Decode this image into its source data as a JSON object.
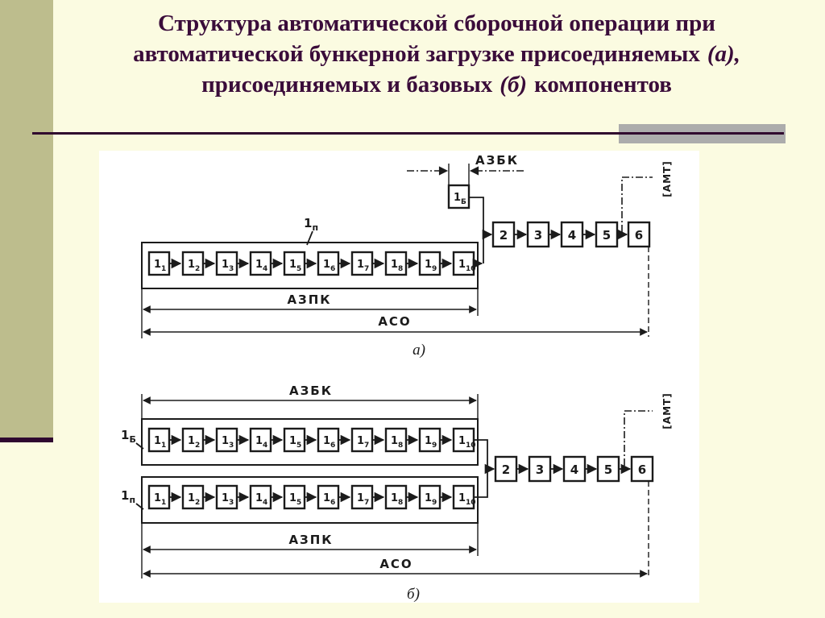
{
  "slide": {
    "title": {
      "line1": "Структура автоматической сборочной операции при",
      "line2_text": "автоматической бункерной загрузке присоединяемых",
      "line2_italic": "(а),",
      "line3_text1": "присоединяемых и базовых",
      "line3_italic": "(б)",
      "line3_text2": "компонентов"
    },
    "colors": {
      "background": "#fbfbe1",
      "accent_bar": "#bdbd8d",
      "title_text": "#3a0c3a",
      "rule": "#30082e",
      "gray_block": "#acacac",
      "diagram_background": "#ffffff",
      "diagram_ink": "#1b1b1b"
    }
  },
  "diagram": {
    "station_main": "1",
    "station_subs": [
      "1",
      "2",
      "3",
      "4",
      "5",
      "6",
      "7",
      "8",
      "9",
      "10"
    ],
    "chain": [
      "2",
      "3",
      "4",
      "5",
      "6"
    ],
    "labels": {
      "azbk": "АЗБК",
      "azpk": "АЗПК",
      "aso": "АСО",
      "amt": "[АМТ]",
      "caption_a": "а)",
      "caption_b": "б)",
      "feeder_parts": {
        "main": "1",
        "sub": "п"
      },
      "feeder_base": {
        "main": "1",
        "sub": "Б"
      }
    }
  }
}
